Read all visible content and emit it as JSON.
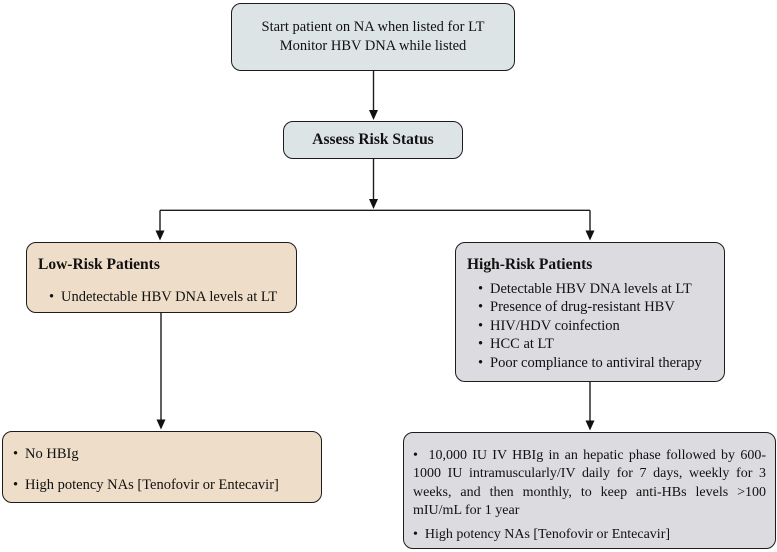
{
  "colors": {
    "background": "#ffffff",
    "node_blue": "#dde4e6",
    "node_tan": "#eeddc9",
    "node_gray": "#dcdbdf",
    "border": "#1c1c1c",
    "arrow": "#111111"
  },
  "nodes": {
    "start": {
      "lines": [
        "Start patient on NA when listed for LT",
        "Monitor HBV DNA while listed"
      ]
    },
    "assess": {
      "label": "Assess Risk Status"
    },
    "low_risk": {
      "title": "Low-Risk Patients",
      "bullets": [
        "Undetectable HBV DNA levels at LT"
      ]
    },
    "high_risk": {
      "title": "High-Risk Patients",
      "bullets": [
        "Detectable HBV DNA levels at LT",
        "Presence of drug-resistant HBV",
        "HIV/HDV coinfection",
        "HCC at LT",
        "Poor compliance to antiviral therapy"
      ]
    },
    "low_risk_plan": {
      "bullets": [
        "No HBIg",
        "High potency NAs [Tenofovir or Entecavir]"
      ]
    },
    "high_risk_plan": {
      "bullets": [
        "10,000 IU IV HBIg in an hepatic phase followed by 600-1000 IU intramuscularly/IV daily for 7 days, weekly for 3 weeks, and then monthly, to keep anti-HBs levels >100 mIU/mL for 1 year",
        "High potency NAs [Tenofovir or Entecavir]"
      ]
    }
  }
}
